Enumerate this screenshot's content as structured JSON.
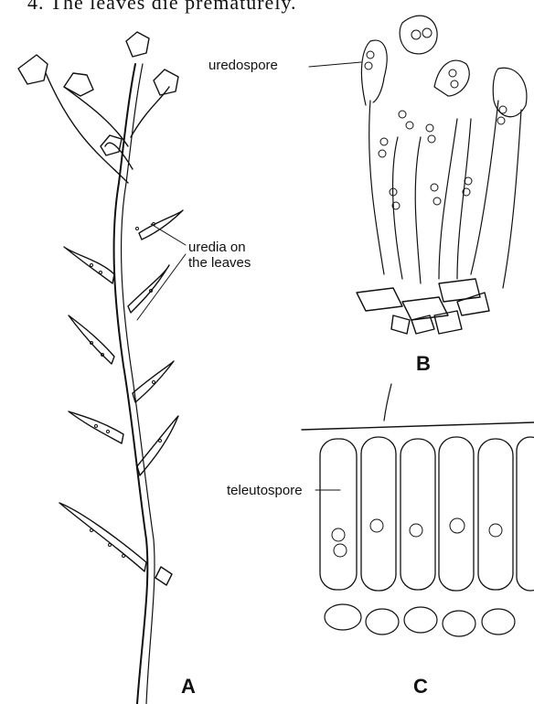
{
  "header_text": "4.   The leaves die prematurely.",
  "labels": {
    "uredospore": "uredospore",
    "uredia": "uredia on\nthe leaves",
    "teleutospore": "teleutospore"
  },
  "panels": {
    "a": "A",
    "b": "B",
    "c": "C"
  },
  "colors": {
    "ink": "#111111",
    "paper": "#ffffff"
  }
}
